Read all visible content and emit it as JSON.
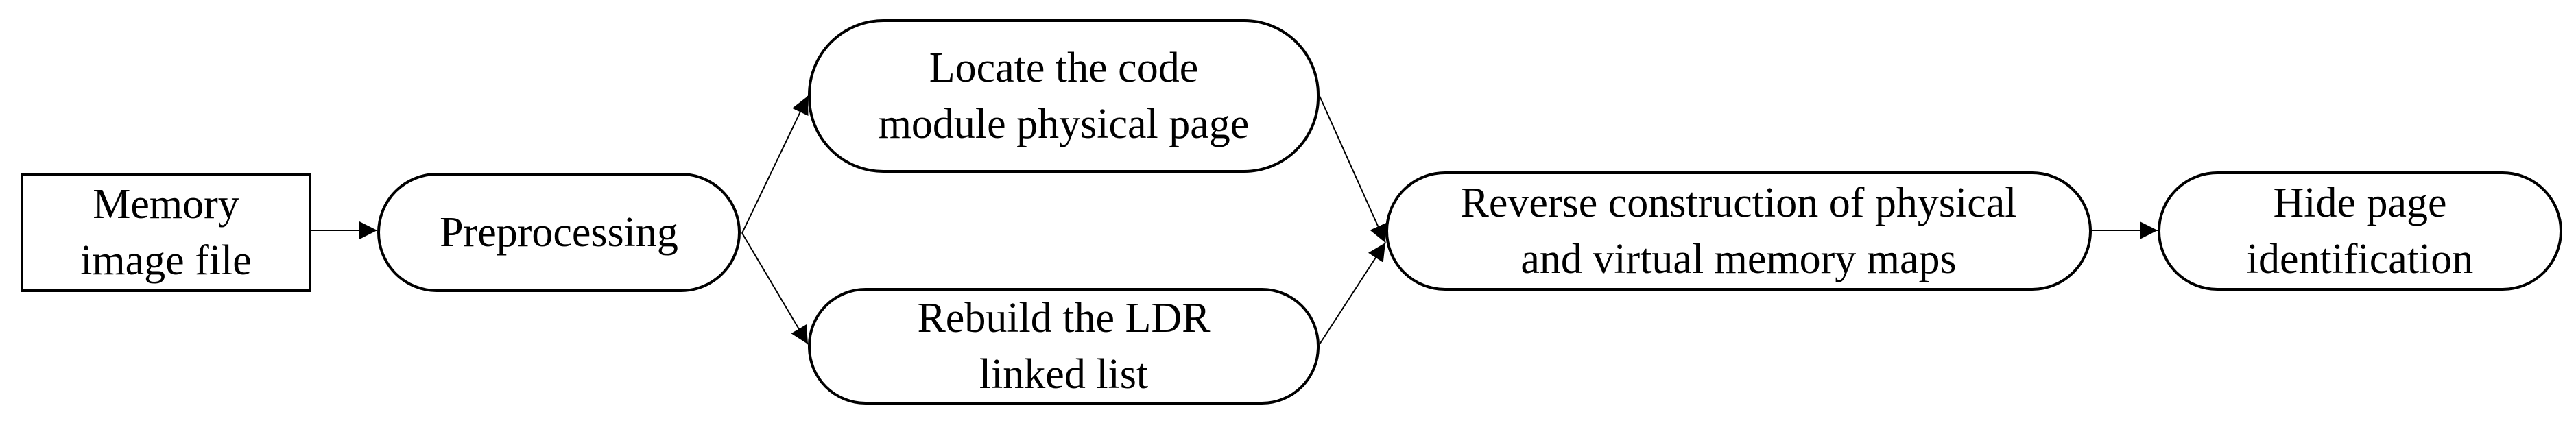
{
  "nodes": {
    "memory_image": {
      "lines": [
        "Memory",
        "image file"
      ]
    },
    "preprocessing": {
      "lines": [
        "Preprocessing"
      ]
    },
    "locate_code": {
      "lines": [
        "Locate the code",
        "module physical page"
      ]
    },
    "rebuild_ldr": {
      "lines": [
        "Rebuild the LDR",
        "linked list"
      ]
    },
    "reverse_construction": {
      "lines": [
        "Reverse construction of physical",
        "and virtual memory maps"
      ]
    },
    "hide_page": {
      "lines": [
        "Hide page",
        "identification"
      ]
    }
  },
  "edges": [
    {
      "from": "memory_image",
      "to": "preprocessing"
    },
    {
      "from": "preprocessing",
      "to": "locate_code"
    },
    {
      "from": "preprocessing",
      "to": "rebuild_ldr"
    },
    {
      "from": "locate_code",
      "to": "reverse_construction"
    },
    {
      "from": "rebuild_ldr",
      "to": "reverse_construction"
    },
    {
      "from": "reverse_construction",
      "to": "hide_page"
    }
  ],
  "colors": {
    "stroke": "#000000",
    "fill": "#ffffff"
  }
}
